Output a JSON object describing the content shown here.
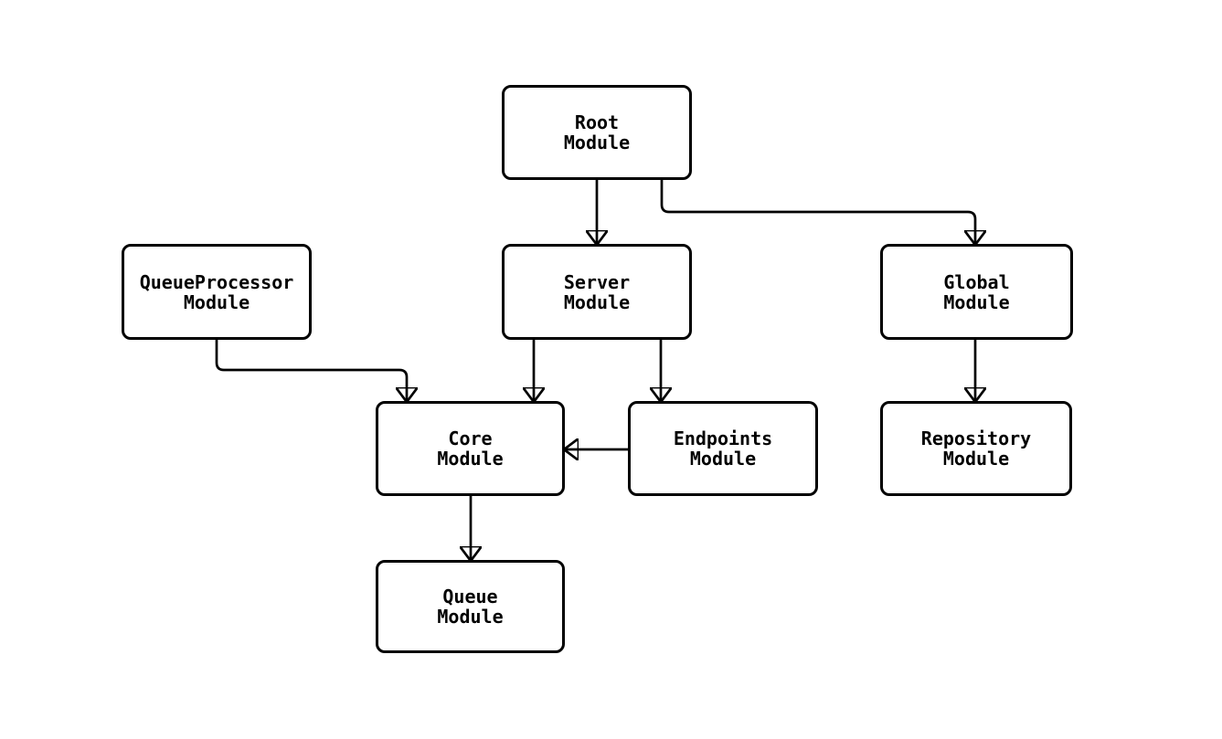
{
  "diagram": {
    "type": "flowchart",
    "background_color": "#ffffff",
    "node_style": {
      "fill": "#ffffff",
      "stroke": "#000000",
      "text_color": "#000000"
    },
    "nodes": {
      "root": {
        "line1": "Root",
        "line2": "Module"
      },
      "queueprocessor": {
        "line1": "QueueProcessor",
        "line2": "Module"
      },
      "server": {
        "line1": "Server",
        "line2": "Module"
      },
      "global": {
        "line1": "Global",
        "line2": "Module"
      },
      "core": {
        "line1": "Core",
        "line2": "Module"
      },
      "endpoints": {
        "line1": "Endpoints",
        "line2": "Module"
      },
      "repository": {
        "line1": "Repository",
        "line2": "Module"
      },
      "queue": {
        "line1": "Queue",
        "line2": "Module"
      }
    },
    "edges": [
      {
        "from": "Root Module",
        "to": "Server Module"
      },
      {
        "from": "Root Module",
        "to": "Global Module"
      },
      {
        "from": "QueueProcessor Module",
        "to": "Core Module"
      },
      {
        "from": "Server Module",
        "to": "Core Module"
      },
      {
        "from": "Server Module",
        "to": "Endpoints Module"
      },
      {
        "from": "Endpoints Module",
        "to": "Core Module"
      },
      {
        "from": "Global Module",
        "to": "Repository Module"
      },
      {
        "from": "Core Module",
        "to": "Queue Module"
      }
    ]
  }
}
